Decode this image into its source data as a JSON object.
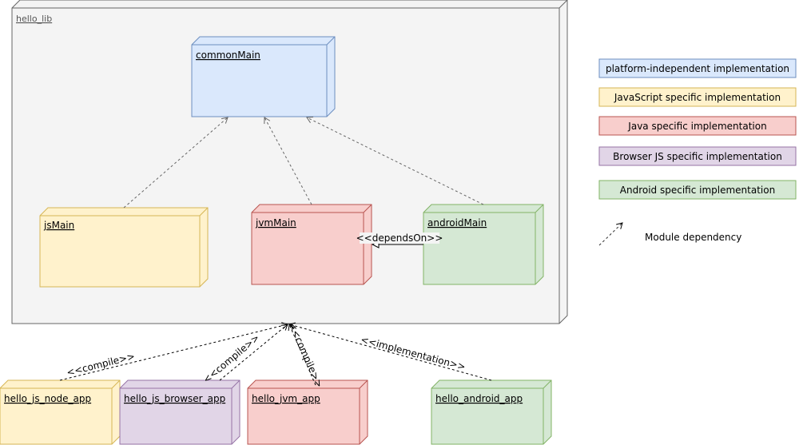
{
  "container": {
    "label": "hello_lib"
  },
  "modules": {
    "common": {
      "label": "commonMain",
      "fill": "#dae8fc",
      "stroke": "#6c8ebf"
    },
    "js": {
      "label": "jsMain",
      "fill": "#fff2cc",
      "stroke": "#d6b656"
    },
    "jvm": {
      "label": "jvmMain",
      "fill": "#f8cecc",
      "stroke": "#b85450"
    },
    "android": {
      "label": "androidMain",
      "fill": "#d5e8d4",
      "stroke": "#82b366"
    }
  },
  "apps": {
    "js_node": {
      "label": "hello_js_node_app",
      "fill": "#fff2cc",
      "stroke": "#d6b656"
    },
    "js_browser": {
      "label": "hello_js_browser_app",
      "fill": "#e1d5e7",
      "stroke": "#9673a6"
    },
    "jvm": {
      "label": "hello_jvm_app",
      "fill": "#f8cecc",
      "stroke": "#b85450"
    },
    "android": {
      "label": "hello_android_app",
      "fill": "#d5e8d4",
      "stroke": "#82b366"
    }
  },
  "edges": {
    "depends_on": "<<dependsOn>>",
    "compile": "<<compile>>",
    "implementation": "<<implementation>>"
  },
  "legend": {
    "items": [
      {
        "label": "platform-independent implementation",
        "fill": "#dae8fc",
        "stroke": "#6c8ebf"
      },
      {
        "label": "JavaScript specific implementation",
        "fill": "#fff2cc",
        "stroke": "#d6b656"
      },
      {
        "label": "Java specific implementation",
        "fill": "#f8cecc",
        "stroke": "#b85450"
      },
      {
        "label": "Browser JS specific implementation",
        "fill": "#e1d5e7",
        "stroke": "#9673a6"
      },
      {
        "label": "Android specific implementation",
        "fill": "#d5e8d4",
        "stroke": "#82b366"
      }
    ],
    "dependency_label": "Module dependency"
  }
}
